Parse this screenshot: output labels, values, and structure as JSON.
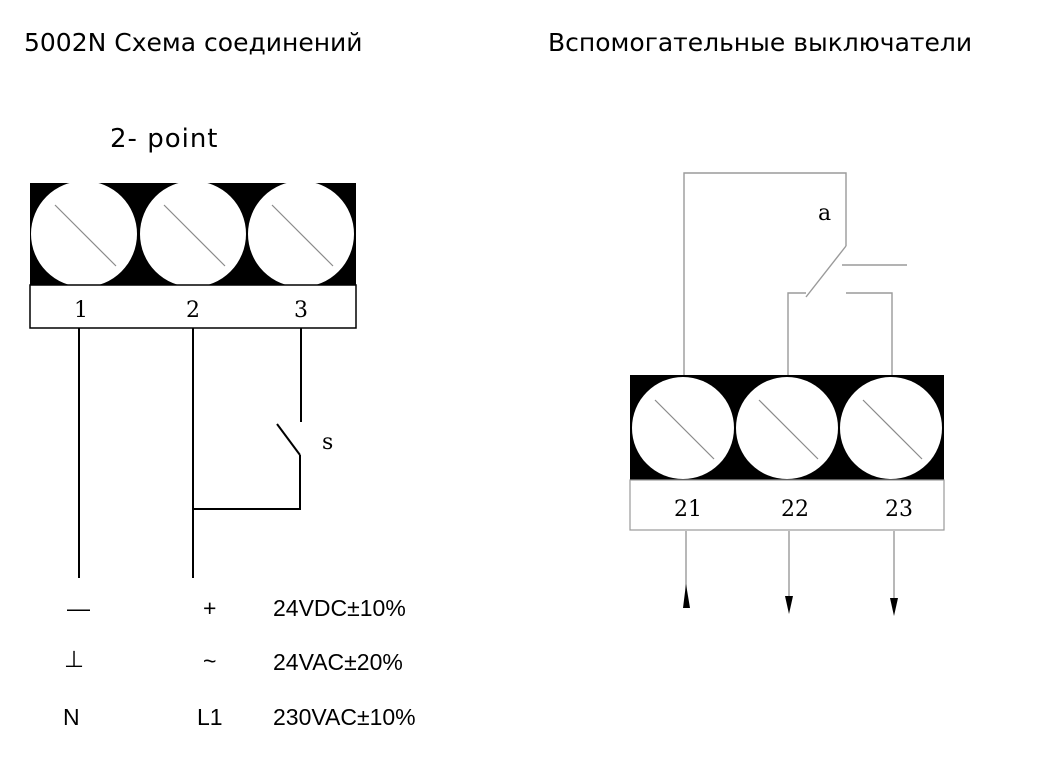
{
  "header": {
    "left_title": "5002N Схема соединений",
    "right_title": "Вспомогательные выключатели"
  },
  "left_diagram": {
    "subtitle": "2- point",
    "terminals": [
      "1",
      "2",
      "3"
    ],
    "switch_label": "s"
  },
  "right_diagram": {
    "switch_label": "a",
    "terminals": [
      "21",
      "22",
      "23"
    ]
  },
  "supply_table": {
    "rows": [
      {
        "neg": "—",
        "pos": "+",
        "voltage": "24VDC±10%"
      },
      {
        "neg": "⊥",
        "pos": "~",
        "voltage": "24VAC±20%"
      },
      {
        "neg": "N",
        "pos": "L1",
        "voltage": "230VAC±10%"
      }
    ]
  }
}
